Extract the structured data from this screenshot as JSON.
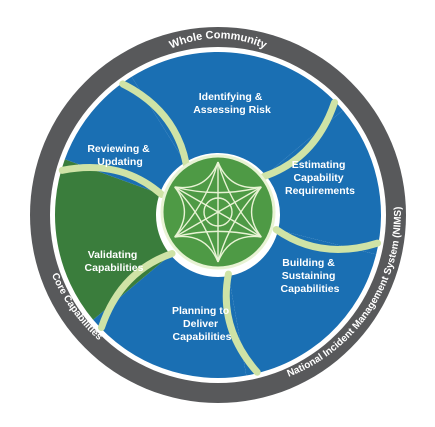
{
  "ring": {
    "top_label": "Whole Community",
    "left_label": "Core Capabilities",
    "right_label": "National Incident Management System (NIMS)"
  },
  "segments": [
    {
      "lines": [
        "Identifying &",
        "Assessing Risk"
      ]
    },
    {
      "lines": [
        "Estimating",
        "Capability",
        "Requirements"
      ]
    },
    {
      "lines": [
        "Building &",
        "Sustaining",
        "Capabilities"
      ]
    },
    {
      "lines": [
        "Planning to",
        "Deliver",
        "Capabilities"
      ]
    },
    {
      "lines": [
        "Validating",
        "Capabilities"
      ]
    },
    {
      "lines": [
        "Reviewing &",
        "Updating"
      ]
    }
  ],
  "colors": {
    "outer_ring": "#58595b",
    "segment_blue": "#1a6fb3",
    "segment_green": "#3a7d3c",
    "divider": "#cfe3a6",
    "center_green": "#4e9a45",
    "center_lines": "#e8f3d4"
  }
}
